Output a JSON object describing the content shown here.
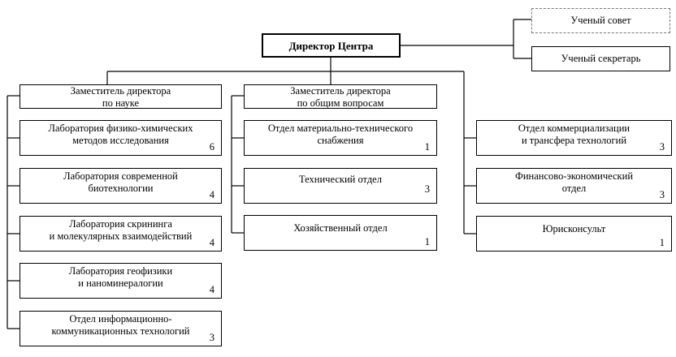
{
  "director": "Директор Центра",
  "council": "Ученый совет",
  "secretary": "Ученый секретарь",
  "deputy_science": {
    "line1": "Заместитель директора",
    "line2": "по науке"
  },
  "deputy_general": {
    "line1": "Заместитель директора",
    "line2": "по общим вопросам"
  },
  "science_units": [
    {
      "line1": "Лаборатория физико-химических",
      "line2": "методов исследования",
      "count": "6"
    },
    {
      "line1": "Лаборатория современной",
      "line2": "биотехнологии",
      "count": "4"
    },
    {
      "line1": "Лаборатория скрининга",
      "line2": "и молекулярных взаимодействий",
      "count": "4"
    },
    {
      "line1": "Лаборатория геофизики",
      "line2": "и наноминералогии",
      "count": "4"
    },
    {
      "line1": "Отдел информационно-",
      "line2": "коммуникационных технологий",
      "count": "3"
    }
  ],
  "general_units": [
    {
      "line1": "Отдел материально-технического",
      "line2": "снабжения",
      "count": "1"
    },
    {
      "line1": "Технический отдел",
      "count": "3"
    },
    {
      "line1": "Хозяйственный отдел",
      "count": "1"
    }
  ],
  "direct_units": [
    {
      "line1": "Отдел коммерциализации",
      "line2": "и трансфера технологий",
      "count": "3"
    },
    {
      "line1": "Финансово-экономический",
      "line2": "отдел",
      "count": "3"
    },
    {
      "line1": "Юрисконсульт",
      "count": "1"
    }
  ]
}
